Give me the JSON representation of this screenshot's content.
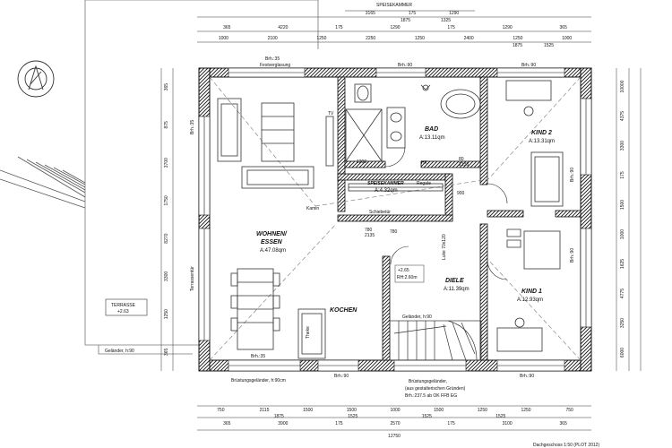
{
  "rooms": {
    "bad": {
      "name": "BAD",
      "area": "A:13.11qm"
    },
    "kind2": {
      "name": "KIND 2",
      "area": "A:13.31qm"
    },
    "wohnen_1": "WOHNEN/",
    "wohnen_2": "ESSEN",
    "wohnen_area": "A:47.08qm",
    "speise": {
      "name": "SPEISEKAMMER",
      "area": "A:4.32qm"
    },
    "diele": {
      "name": "DIELE",
      "area": "A:11.39qm"
    },
    "kind1": {
      "name": "KIND 1",
      "area": "A:12.93qm"
    },
    "kochen": {
      "name": "KOCHEN"
    }
  },
  "labels": {
    "speisekammer_top": "SPEISEKAMMER",
    "festverglasung_brh": "Brh.:35",
    "festverglasung": "Festverglasung",
    "brh_90_top": "Brh.:90",
    "brh_90_kind2": "Brh.:90",
    "brh_35_left": "Brh.:35",
    "tv": "TV",
    "hk": "HK",
    "regale": "Regale",
    "kamin": "Kamin",
    "schiebetuer": "Schiebetür",
    "terrassentuer": "Terrassentür",
    "terrasse": "TERRASSE",
    "terrasse_level": "+2.63",
    "gelaender_left": "Geländer, h:90",
    "level": "+2.65",
    "rh": "RH:2.60m",
    "lukentuer": "Luke 70x120",
    "gelaender_mid": "Geländer, h:90",
    "theke": "Theke",
    "brh_35_bottom": "Brh.:35",
    "brh_90_bottom1": "Brh.:90",
    "brh_90_bottom2": "Brh.:90",
    "brh_90_right1": "Brh.:90",
    "brh_90_right2": "Brh.:90",
    "bruestung_left": "Brüstungsgeländer, h:90cm",
    "bruestung_right_1": "Brüstungsgeländer,",
    "bruestung_right_2": "(aus gestalterischen Gründen)",
    "bruestung_right_3": "Brh.:237.5 ab OK FFB EG",
    "footer": "Dachgeschoss 1:50 (PLOT 2012)",
    "speise_w": "80",
    "speise_h": "2135",
    "diele_w": "780",
    "diele_h": "2135",
    "d1200": "1200",
    "d900": "900",
    "d780": "780"
  },
  "dims": {
    "top_row1": [
      "3165",
      "175",
      "1290"
    ],
    "top_row1b": [
      "1875",
      "1325"
    ],
    "top_row2": [
      "365",
      "4220",
      "175",
      "1290",
      "175",
      "1290",
      "365"
    ],
    "top_row3": [
      "1000",
      "2100",
      "1250",
      "2250",
      "1250",
      "2400",
      "1250",
      "1000"
    ],
    "top_row3b": [
      "1875",
      "1525"
    ],
    "bottom_row1": [
      "750",
      "2115",
      "1500",
      "1500",
      "1000",
      "1500",
      "1250",
      "1250",
      "750"
    ],
    "bottom_row1b": [
      "1875",
      "1525",
      "1525",
      "1525"
    ],
    "bottom_row2": [
      "365",
      "3900",
      "175",
      "2570",
      "175",
      "3100",
      "365"
    ],
    "bottom_total": "12750",
    "left_vertical": [
      "365",
      "875",
      "3700",
      "1750",
      "8270",
      "3300",
      "1250",
      "365"
    ],
    "right_vertical": [
      "10000",
      "4375",
      "3300",
      "175",
      "1500",
      "1000",
      "1625",
      "4775",
      "3250",
      "6000"
    ]
  }
}
